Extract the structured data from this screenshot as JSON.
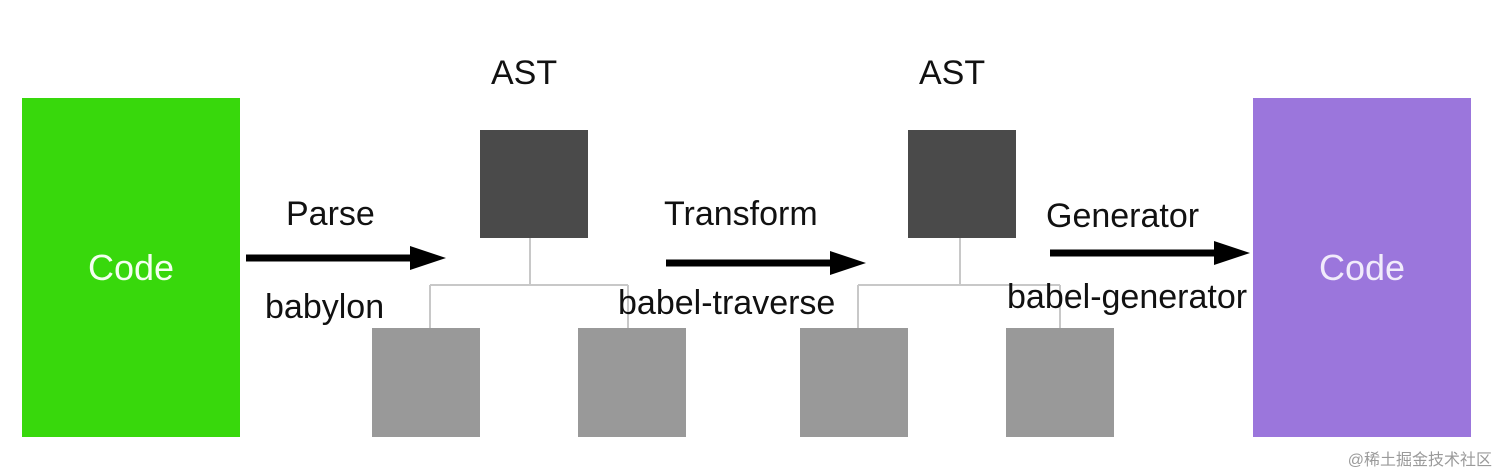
{
  "stages": {
    "source": {
      "label": "Code"
    },
    "output": {
      "label": "Code"
    }
  },
  "trees": [
    {
      "title": "AST"
    },
    {
      "title": "AST"
    }
  ],
  "steps": [
    {
      "name": "Parse",
      "tool": "babylon"
    },
    {
      "name": "Transform",
      "tool": "babel-traverse"
    },
    {
      "name": "Generator",
      "tool": "babel-generator"
    }
  ],
  "watermark": "@稀土掘金技术社区",
  "colors": {
    "source_box": "#38d80c",
    "output_box": "#9b76dc",
    "ast_root_node": "#4a4a4a",
    "ast_child_node": "#999999",
    "arrow": "#000000",
    "connector": "#c8c8c8"
  }
}
